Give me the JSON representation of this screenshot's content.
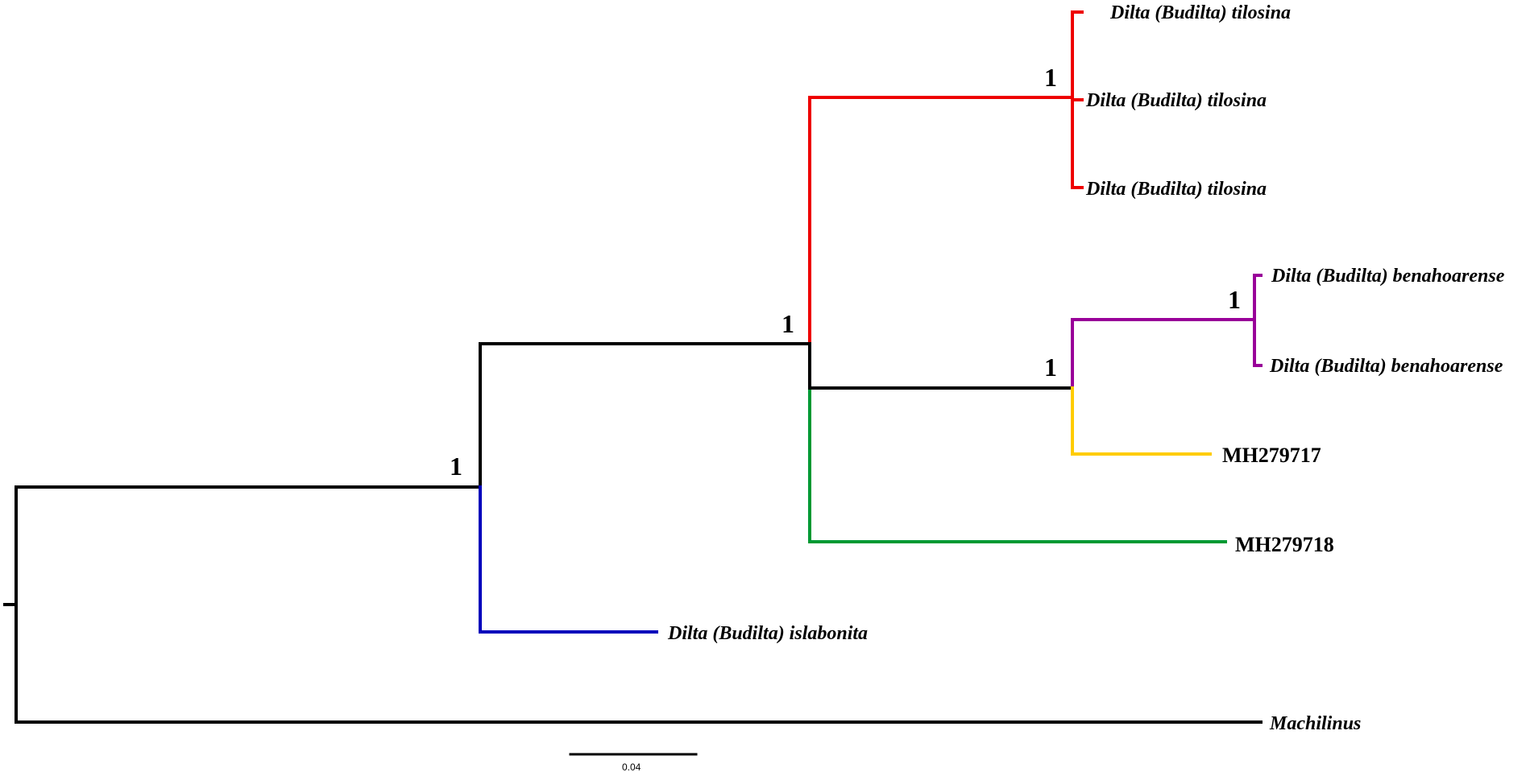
{
  "colors": {
    "default": "#000000",
    "tilosina_clade": "#ee0000",
    "benahoarense_clade": "#990099",
    "MH279717": "#ffcc00",
    "MH279718": "#009933",
    "islabonita": "#0000bb"
  },
  "tips": {
    "tilosina_1": "Dilta (Budilta) tilosina",
    "tilosina_2": "Dilta (Budilta) tilosina",
    "tilosina_3": "Dilta (Budilta) tilosina",
    "benahoarense_1": "Dilta (Budilta) benahoarense",
    "benahoarense_2": "Dilta (Budilta) benahoarense",
    "mh279717": "MH279717",
    "mh279718": "MH279718",
    "islabonita": "Dilta (Budilta) islabonita",
    "machilinus": "Machilinus"
  },
  "supports": {
    "ingroup_node": "1",
    "budilta_main_node": "1",
    "tilosina_node": "1",
    "benahoarense_mh279717_node": "1",
    "benahoarense_node": "1"
  },
  "scale_bar": {
    "label": "0.04"
  }
}
